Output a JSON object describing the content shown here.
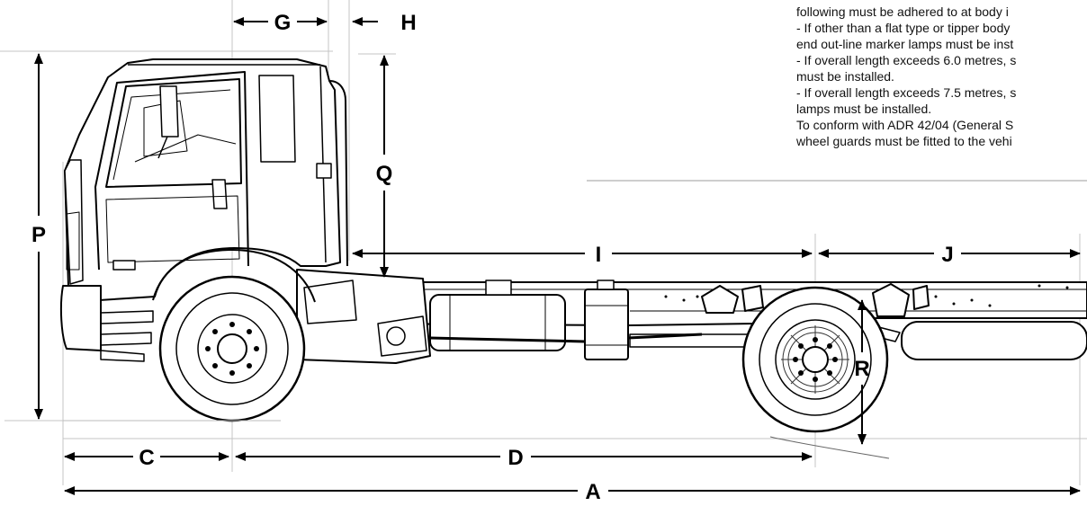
{
  "notes": {
    "lines": [
      "following must be adhered to at body i",
      "- If other than a flat type or tipper body",
      "end out-line marker lamps must be inst",
      "- If overall length exceeds 6.0 metres, s",
      "must be installed.",
      "- If overall length exceeds 7.5 metres, s",
      "lamps must be installed.",
      "To conform with ADR 42/04 (General S",
      "wheel guards must be fitted to the vehi"
    ]
  },
  "dimensions": {
    "A": "A",
    "C": "C",
    "D": "D",
    "G": "G",
    "H": "H",
    "I": "I",
    "J": "J",
    "P": "P",
    "Q": "Q",
    "R": "R"
  },
  "colors": {
    "line": "#000000",
    "faint": "#bdbdbd",
    "body": "#ffffff"
  }
}
